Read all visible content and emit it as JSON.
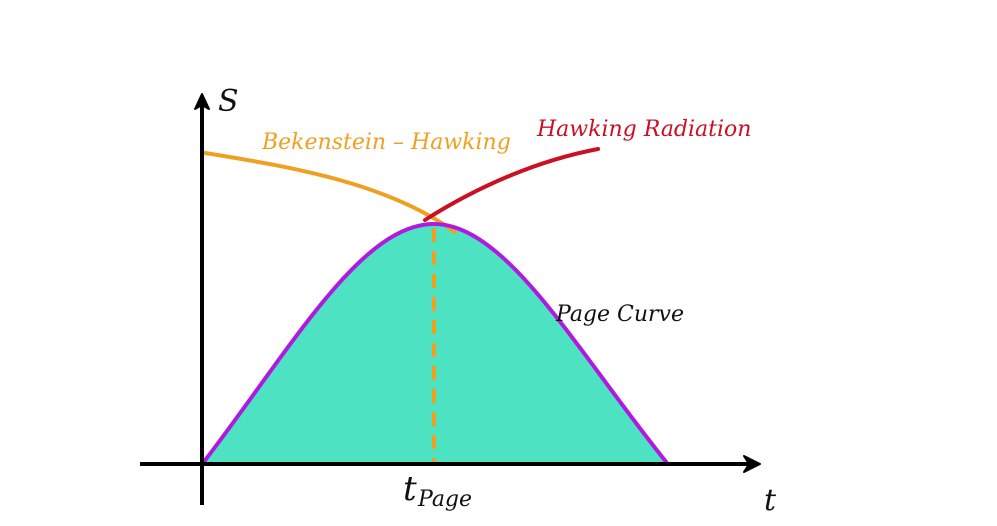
{
  "labels": {
    "y_axis": "S",
    "x_axis": "t",
    "bekenstein_hawking": "Bekenstein – Hawking",
    "hawking_radiation": "Hawking Radiation",
    "page_curve": "Page Curve",
    "t_page_main": "t",
    "t_page_sub": "Page"
  },
  "colors": {
    "axes": "#000000",
    "bekenstein_hawking": "#f0a020",
    "hawking_radiation": "#cc1024",
    "page_curve": "#b019e0",
    "page_curve_fill": "#4de3c2",
    "page_time_marker": "#f0a020"
  }
}
